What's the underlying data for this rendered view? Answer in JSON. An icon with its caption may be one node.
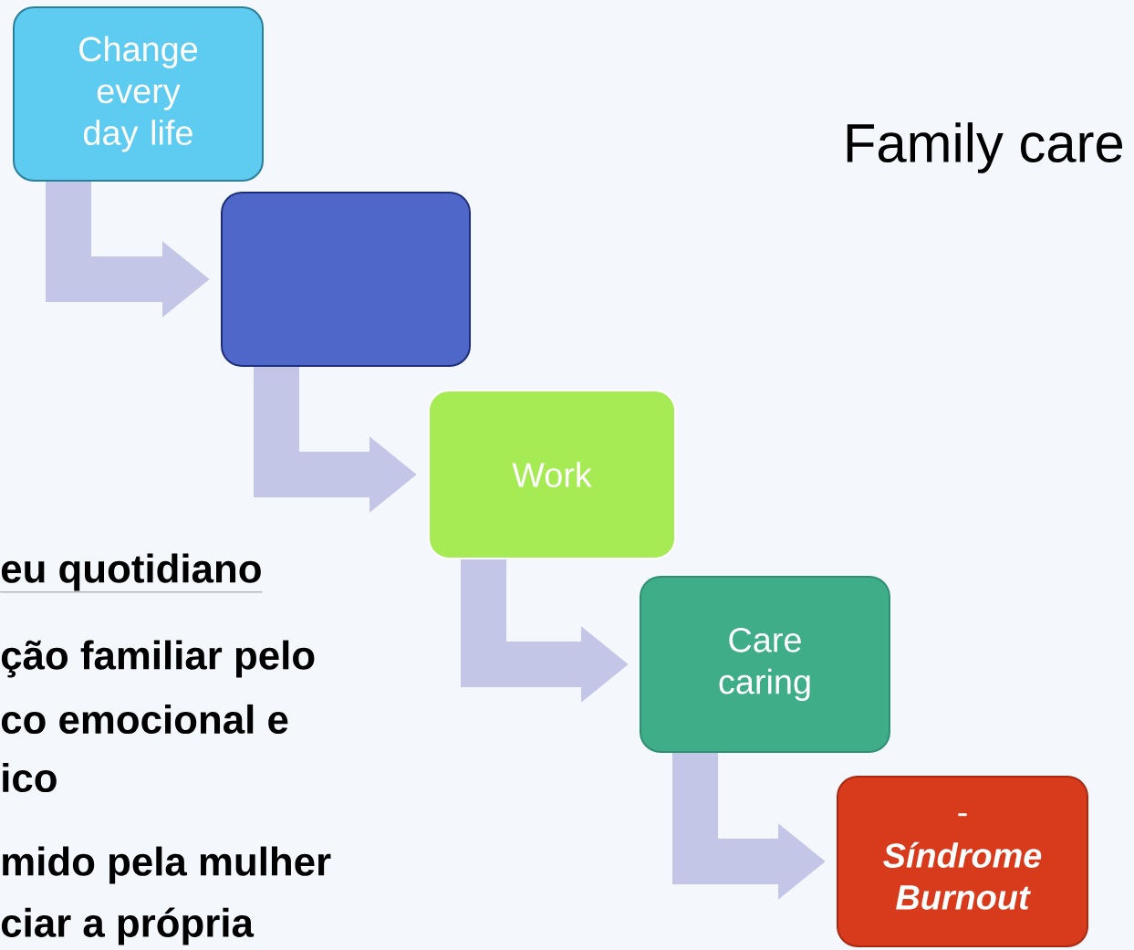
{
  "diagram": {
    "title": "Family care",
    "nodes": [
      {
        "text": [
          "Change every day life"
        ]
      },
      {
        "text": [],
        "shape": "box"
      },
      {
        "text": [
          "Work"
        ]
      },
      {
        "text": [
          "Care caring"
        ]
      },
      {
        "text": [
          "-",
          "Síndrome Burnout"
        ]
      }
    ],
    "edges": [
      {
        "from": 0,
        "to": 1,
        "arrow": "to"
      },
      {
        "from": 1,
        "to": 2,
        "arrow": "to"
      },
      {
        "from": 2,
        "to": 3,
        "arrow": "to"
      },
      {
        "from": 3,
        "to": 4,
        "arrow": "to"
      }
    ],
    "labels": [
      "eu quotidiano",
      "ção familiar pelo",
      "co emocional e",
      "ico",
      "mido pela mulher",
      "ciar a própria"
    ]
  }
}
